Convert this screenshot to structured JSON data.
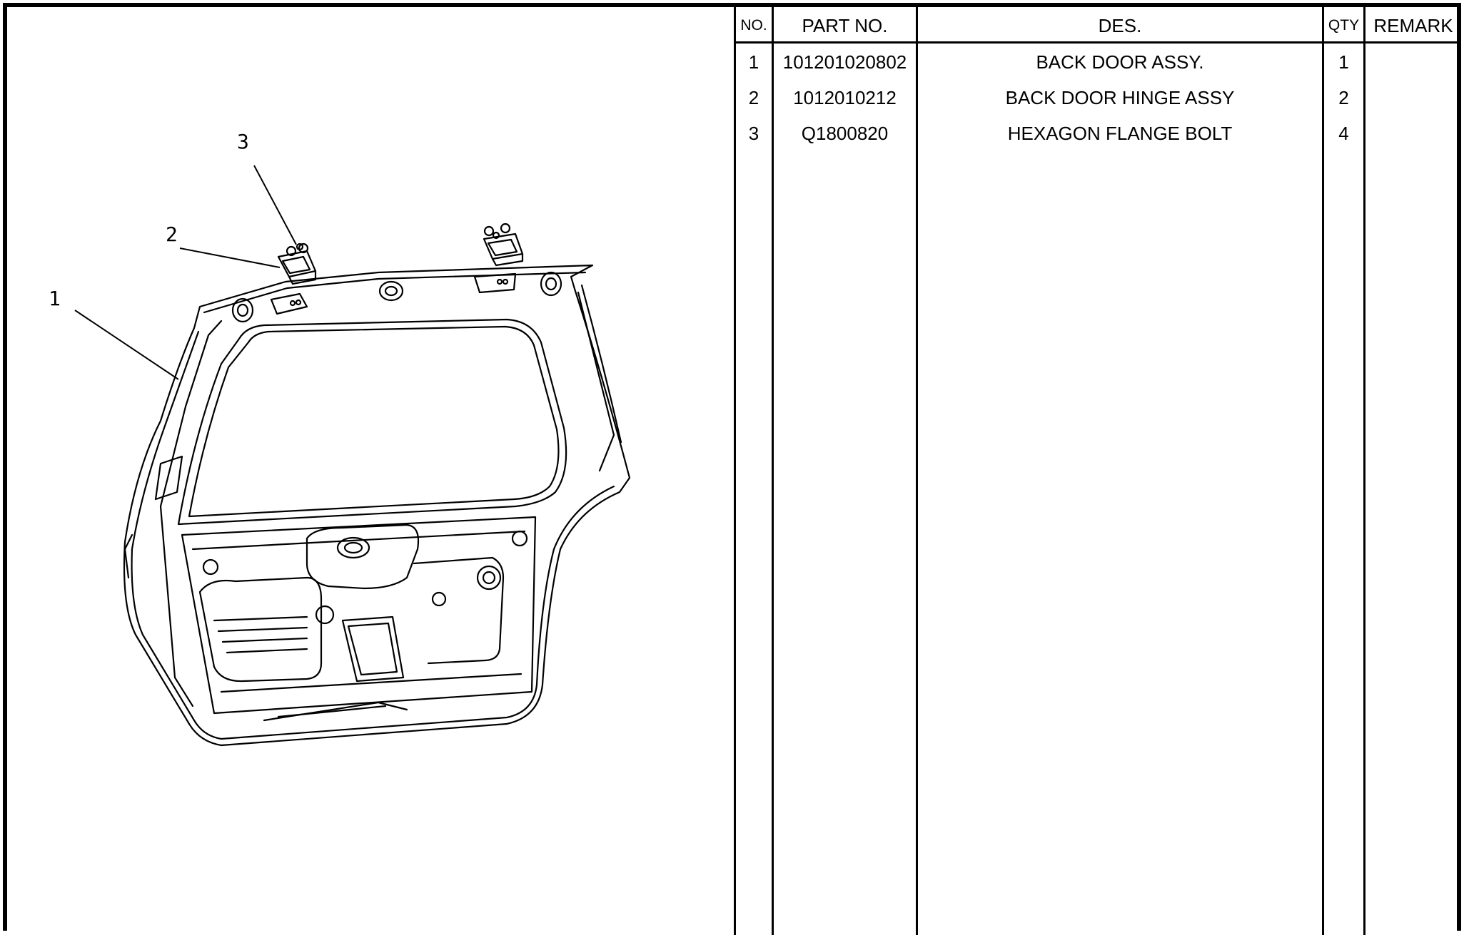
{
  "table": {
    "headers": {
      "no": "NO.",
      "part_no": "PART NO.",
      "des": "DES.",
      "qty": "QTY",
      "remark": "REMARK"
    },
    "rows": [
      {
        "no": "1",
        "part_no": "101201020802",
        "des": "BACK DOOR ASSY.",
        "qty": "1",
        "remark": ""
      },
      {
        "no": "2",
        "part_no": "1012010212",
        "des": "BACK DOOR HINGE ASSY",
        "qty": "2",
        "remark": ""
      },
      {
        "no": "3",
        "part_no": "Q1800820",
        "des": "HEXAGON FLANGE BOLT",
        "qty": "4",
        "remark": ""
      }
    ]
  },
  "diagram": {
    "callouts": [
      "1",
      "2",
      "3"
    ]
  }
}
